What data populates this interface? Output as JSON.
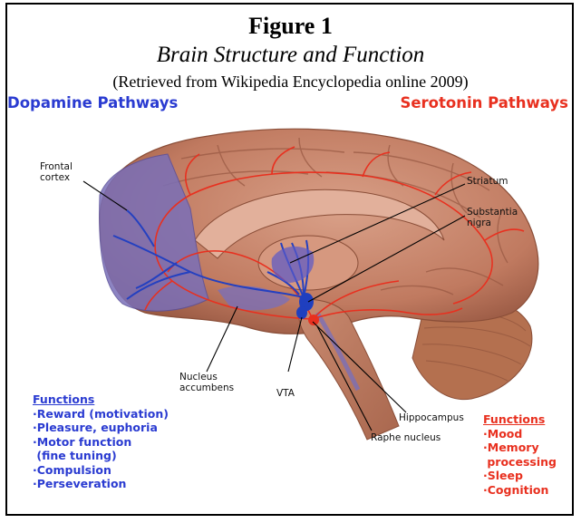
{
  "figure": {
    "number": "Figure 1",
    "title": "Brain Structure and Function",
    "source": "(Retrieved from Wikipedia Encyclopedia online 2009)"
  },
  "pathways": {
    "dopamine": "Dopamine Pathways",
    "serotonin": "Serotonin Pathways"
  },
  "labels": {
    "frontal_cortex": [
      "Frontal",
      "cortex"
    ],
    "striatum": "Striatum",
    "substantia_nigra": [
      "Substantia",
      "nigra"
    ],
    "nucleus_accumbens": [
      "Nucleus",
      "accumbens"
    ],
    "vta": "VTA",
    "hippocampus": "Hippocampus",
    "raphe_nucleus": "Raphe nucleus"
  },
  "dopamine_functions": {
    "heading": "Functions",
    "items": [
      "·Reward (motivation)",
      "·Pleasure, euphoria",
      "·Motor function",
      " (fine tuning)",
      "·Compulsion",
      "·Perseveration"
    ]
  },
  "serotonin_functions": {
    "heading": "Functions",
    "items": [
      "·Mood",
      "·Memory",
      " processing",
      "·Sleep",
      "·Cognition"
    ]
  },
  "colors": {
    "dopamine": "#2a3bd1",
    "serotonin": "#e8301f",
    "brain": "#c98a70",
    "dopamine_region": "#7a6fb8"
  }
}
